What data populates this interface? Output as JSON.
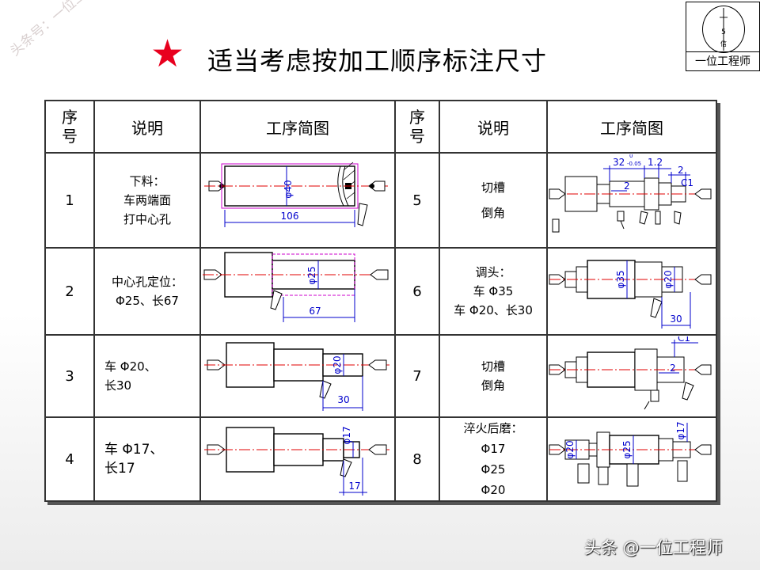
{
  "watermark": "头条号：一位工程师",
  "title": "适当考虑按加工顺序标注尺寸",
  "logo": {
    "text": "一位工程师",
    "circle_chars": "一 5 信"
  },
  "table": {
    "headers": {
      "seq_a": "序",
      "seq_b": "号",
      "desc": "说明",
      "fig": "工序简图"
    },
    "rows": [
      {
        "left": {
          "seq": "1",
          "lines": [
            "下料：",
            "车两端面",
            "打中心孔"
          ]
        },
        "right": {
          "seq": "5",
          "lines": [
            "切槽",
            "倒角"
          ]
        }
      },
      {
        "left": {
          "seq": "2",
          "lines": [
            "中心孔定位：",
            "Φ25、长67"
          ]
        },
        "right": {
          "seq": "6",
          "lines": [
            "调头：",
            "车 Φ35",
            "车 Φ20、长30"
          ]
        }
      },
      {
        "left": {
          "seq": "3",
          "lines": [
            "车 Φ20、",
            "长30"
          ]
        },
        "right": {
          "seq": "7",
          "lines": [
            "切槽",
            "倒角"
          ]
        }
      },
      {
        "left": {
          "seq": "4",
          "lines": [
            "车 Φ17、",
            "长17"
          ]
        },
        "right": {
          "seq": "8",
          "lines": [
            "淬火后磨：",
            "Φ17",
            "Φ25",
            "Φ20"
          ]
        }
      }
    ]
  },
  "dims": {
    "d40": "φ40",
    "l106": "106",
    "d25": "φ25",
    "l67": "67",
    "d20": "φ20",
    "l30": "30",
    "d17": "φ17",
    "l17": "17",
    "r5_32": "32",
    "r5_tol": "-0.05",
    "r5_tol0": "0",
    "r5_12": "1.2",
    "r5_2a": "2",
    "r5_2b": "2",
    "r5_c1": "C1",
    "d35": "φ35",
    "r6_d20": "φ20",
    "r6_30": "30",
    "r7_c1": "C1",
    "r7_2": "2",
    "r8_d20": "φ20",
    "r8_d25": "φ25",
    "r8_d17": "φ17"
  },
  "footer": "头条 @一位工程师",
  "colors": {
    "star": "#e8001e",
    "centerline": "#e00000",
    "dimension": "#0000cc",
    "outline": "#000000",
    "stock": "#cc00cc"
  }
}
